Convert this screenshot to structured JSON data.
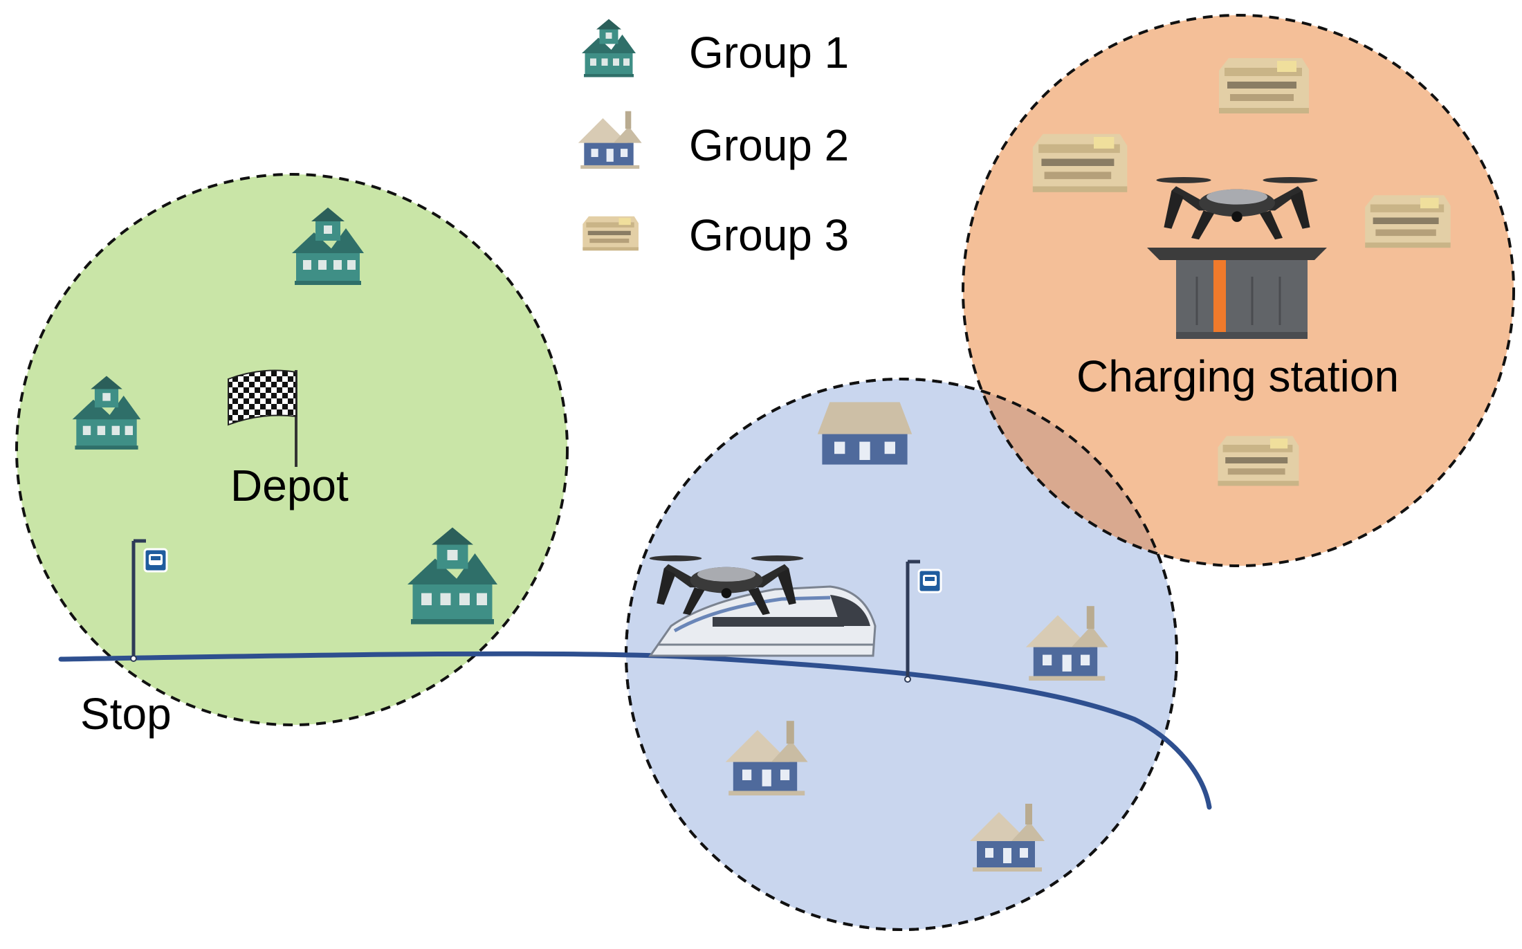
{
  "legend": {
    "items": [
      {
        "label": "Group 1",
        "icon": "teal-house-icon"
      },
      {
        "label": "Group 2",
        "icon": "blue-cottage-icon"
      },
      {
        "label": "Group 3",
        "icon": "tan-building-icon"
      }
    ]
  },
  "labels": {
    "depot": "Depot",
    "stop": "Stop",
    "charging_station": "Charging station"
  },
  "colors": {
    "group1_zone": "#c9e5a7",
    "group2_zone": "#c9d6ee",
    "group3_zone": "#f4bf98",
    "overlap": "#d9a98f",
    "route_line": "#2e4f8f",
    "house_teal": "#3f8f86",
    "house_blue": "#4f6a9c",
    "building_tan": "#e3cfa6"
  },
  "icons": [
    "checkered-flag-icon",
    "bus-stop-sign-icon",
    "drone-icon",
    "train-icon",
    "charging-station-icon"
  ]
}
